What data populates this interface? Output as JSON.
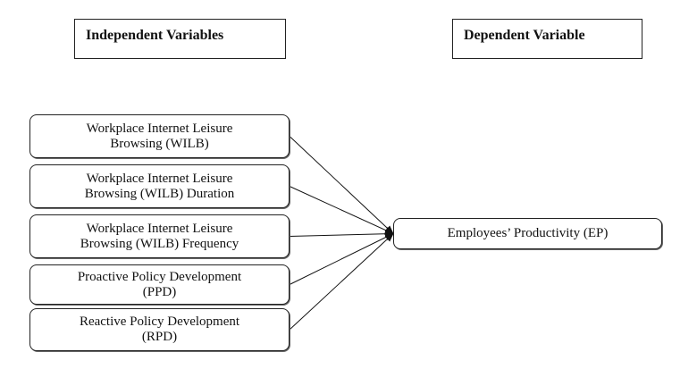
{
  "headers": {
    "independent": "Independent Variables",
    "dependent": "Dependent Variable"
  },
  "independent_variables": [
    {
      "line1": "Workplace Internet Leisure",
      "line2": "Browsing (WILB)"
    },
    {
      "line1": "Workplace Internet Leisure",
      "line2": "Browsing (WILB) Duration"
    },
    {
      "line1": "Workplace Internet Leisure",
      "line2": "Browsing (WILB) Frequency"
    },
    {
      "line1": "Proactive Policy Development",
      "line2": "(PPD)"
    },
    {
      "line1": "Reactive Policy Development",
      "line2": "(RPD)"
    }
  ],
  "dependent_variable": "Employees’ Productivity (EP)",
  "edges": [
    {
      "from": "n1",
      "to": "target"
    },
    {
      "from": "n2",
      "to": "target"
    },
    {
      "from": "n3",
      "to": "target"
    },
    {
      "from": "n4",
      "to": "target"
    },
    {
      "from": "n5",
      "to": "target"
    }
  ]
}
